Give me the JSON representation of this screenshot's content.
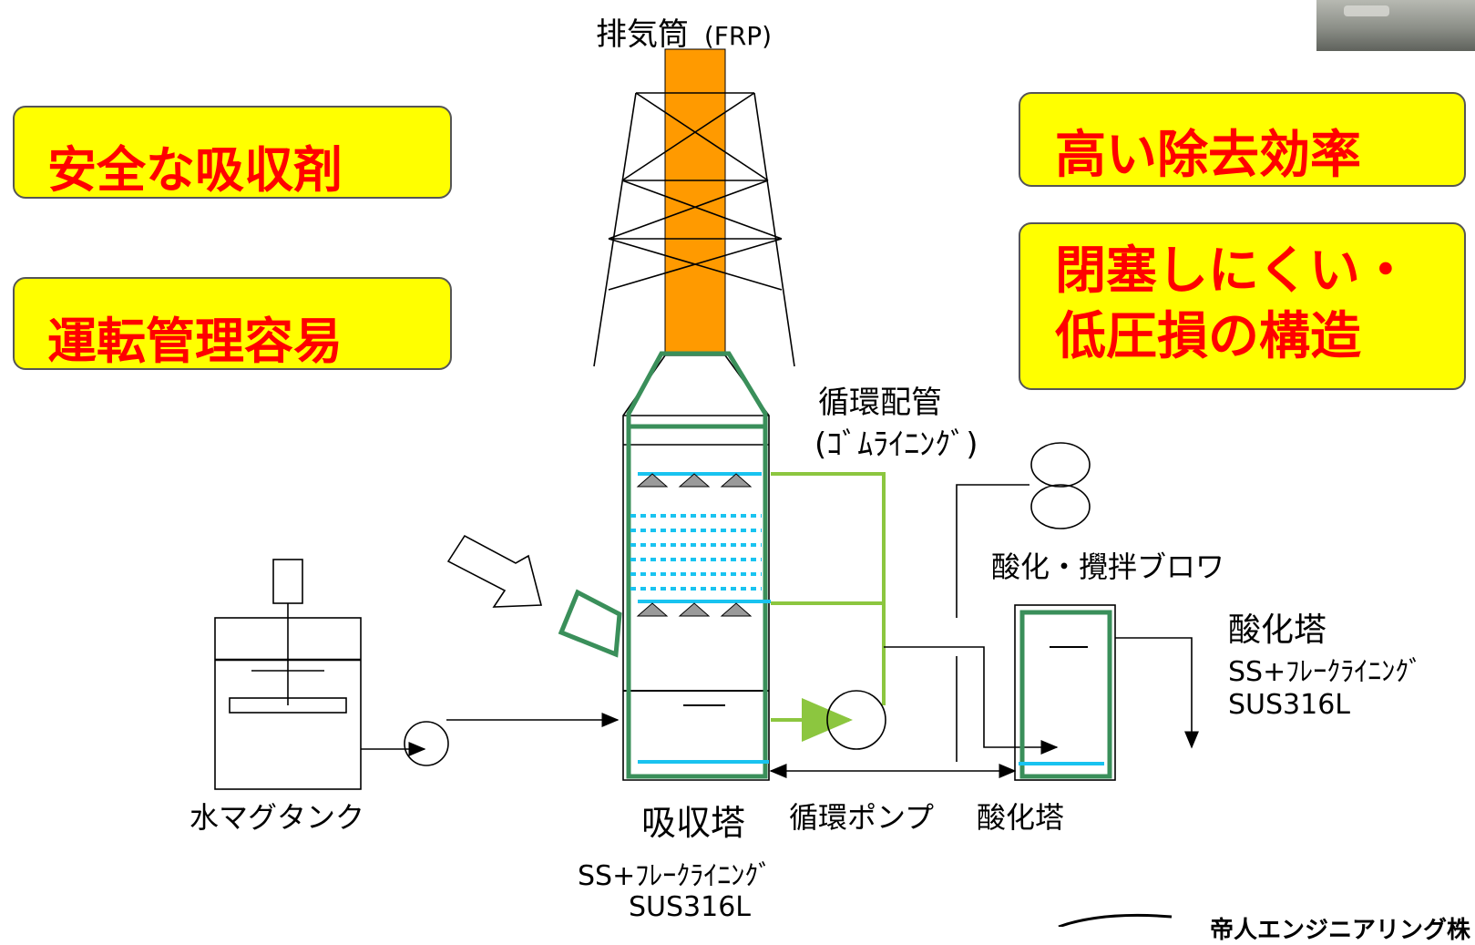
{
  "callouts": {
    "safe_absorbent": "安全な吸収剤",
    "easy_operation": "運転管理容易",
    "high_efficiency": "高い除去効率",
    "structure_line1": "閉塞しにくい・",
    "structure_line2": "低圧損の構造"
  },
  "labels": {
    "stack": "排気筒",
    "stack_material": "(FRP)",
    "circ_piping": "循環配管",
    "circ_piping_lining": "(ｺﾞﾑﾗｲﾆﾝｸﾞ)",
    "blower": "酸化・攪拌ブロワ",
    "oxidation_tower_title": "酸化塔",
    "oxidation_tower_spec1": "SS+ﾌﾚｰｸﾗｲﾆﾝｸﾞ",
    "oxidation_tower_spec2": "SUS316L",
    "mg_tank": "水マグタンク",
    "absorber": "吸収塔",
    "circ_pump": "循環ポンプ",
    "oxidation_tower": "酸化塔",
    "absorber_spec1": "SS+ﾌﾚｰｸﾗｲﾆﾝｸﾞ",
    "absorber_spec2": "SUS316L",
    "company": "帝人エンジニアリング株"
  },
  "colors": {
    "callout_fill": "#ffff00",
    "callout_text": "#ff0000",
    "stack_fill": "#ff9a00",
    "lining_green": "#3a8f5a",
    "piping_green": "#8cc63f",
    "water_blue": "#19c3f0"
  }
}
